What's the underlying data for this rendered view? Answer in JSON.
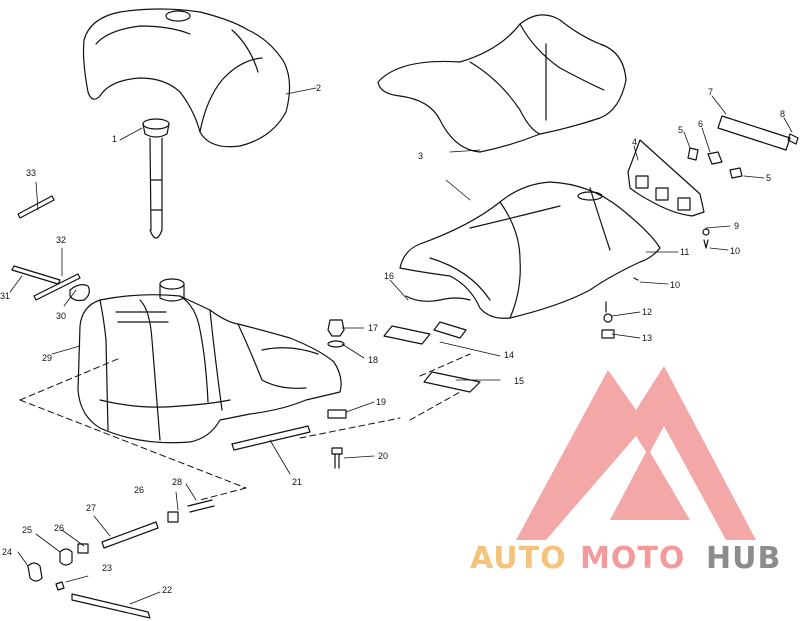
{
  "diagram": {
    "callouts": [
      {
        "id": "c1",
        "text": "1"
      },
      {
        "id": "c2",
        "text": "2"
      },
      {
        "id": "c3",
        "text": "3"
      },
      {
        "id": "c4",
        "text": "4"
      },
      {
        "id": "c5a",
        "text": "5"
      },
      {
        "id": "c5b",
        "text": "5"
      },
      {
        "id": "c6",
        "text": "6"
      },
      {
        "id": "c7",
        "text": "7"
      },
      {
        "id": "c8",
        "text": "8"
      },
      {
        "id": "c9",
        "text": "9"
      },
      {
        "id": "c10a",
        "text": "10"
      },
      {
        "id": "c10b",
        "text": "10"
      },
      {
        "id": "c11",
        "text": "11"
      },
      {
        "id": "c12",
        "text": "12"
      },
      {
        "id": "c13",
        "text": "13"
      },
      {
        "id": "c14",
        "text": "14"
      },
      {
        "id": "c15",
        "text": "15"
      },
      {
        "id": "c16",
        "text": "16"
      },
      {
        "id": "c17",
        "text": "17"
      },
      {
        "id": "c18",
        "text": "18"
      },
      {
        "id": "c19",
        "text": "19"
      },
      {
        "id": "c20",
        "text": "20"
      },
      {
        "id": "c21",
        "text": "21"
      },
      {
        "id": "c22",
        "text": "22"
      },
      {
        "id": "c23",
        "text": "23"
      },
      {
        "id": "c24",
        "text": "24"
      },
      {
        "id": "c25",
        "text": "25"
      },
      {
        "id": "c26a",
        "text": "26"
      },
      {
        "id": "c26b",
        "text": "26"
      },
      {
        "id": "c27",
        "text": "27"
      },
      {
        "id": "c28",
        "text": "28"
      },
      {
        "id": "c29",
        "text": "29"
      },
      {
        "id": "c30",
        "text": "30"
      },
      {
        "id": "c31",
        "text": "31"
      },
      {
        "id": "c32",
        "text": "32"
      },
      {
        "id": "c33",
        "text": "33"
      }
    ]
  },
  "watermark": {
    "part1": "AUTO",
    "part2": "MOTO",
    "part3": "HUB",
    "colors": {
      "logo": "#f08a8a",
      "auto": "#f4c47c",
      "moto": "#f59a9a",
      "hub": "#8c8c8c"
    }
  }
}
